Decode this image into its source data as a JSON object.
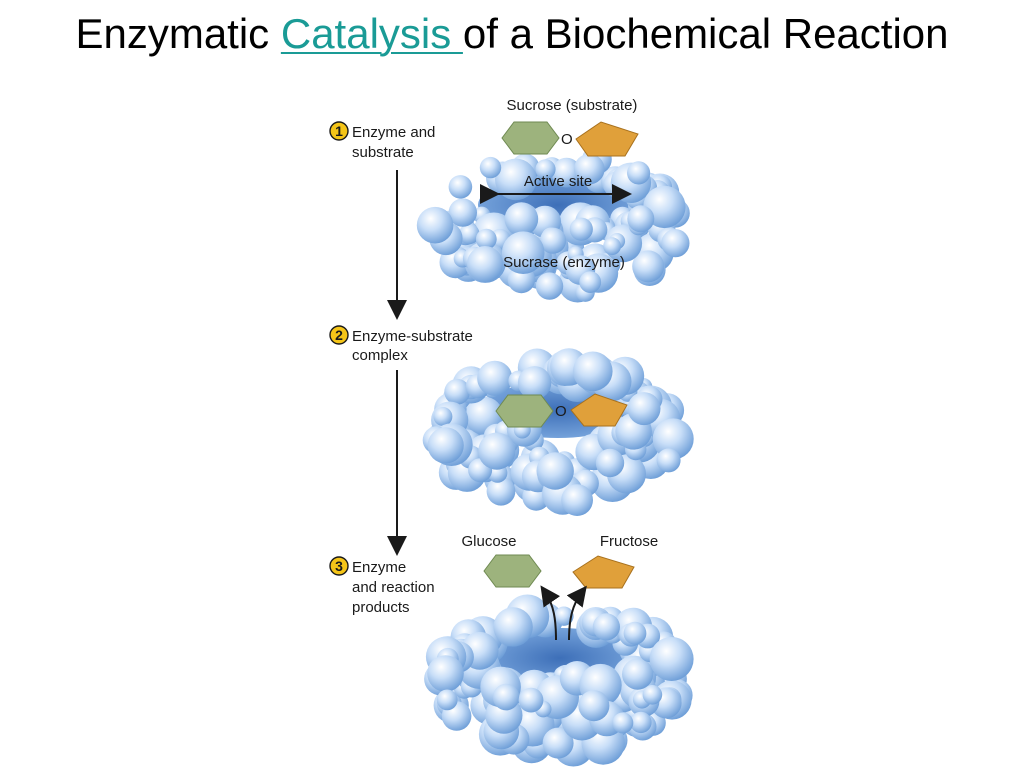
{
  "title": {
    "prefix": "Enzymatic ",
    "link": "Catalysis ",
    "suffix": "of a Biochemical Reaction"
  },
  "steps": [
    {
      "number": "1",
      "line1": "Enzyme and",
      "line2": "substrate",
      "line3": ""
    },
    {
      "number": "2",
      "line1": "Enzyme-substrate",
      "line2": "complex",
      "line3": ""
    },
    {
      "number": "3",
      "line1": "Enzyme",
      "line2": "and reaction",
      "line3": "products"
    }
  ],
  "labels": {
    "substrate": "Sucrose (substrate)",
    "active_site": "Active site",
    "enzyme": "Sucrase (enzyme)",
    "bond": "O",
    "bond_complex": "O",
    "glucose": "Glucose",
    "fructose": "Fructose"
  },
  "colors": {
    "title_link": "#1a9b96",
    "glucose": "#9db37d",
    "fructose": "#e0a03a",
    "enzyme": "#9cc4ef",
    "badge": "#f5c518"
  }
}
